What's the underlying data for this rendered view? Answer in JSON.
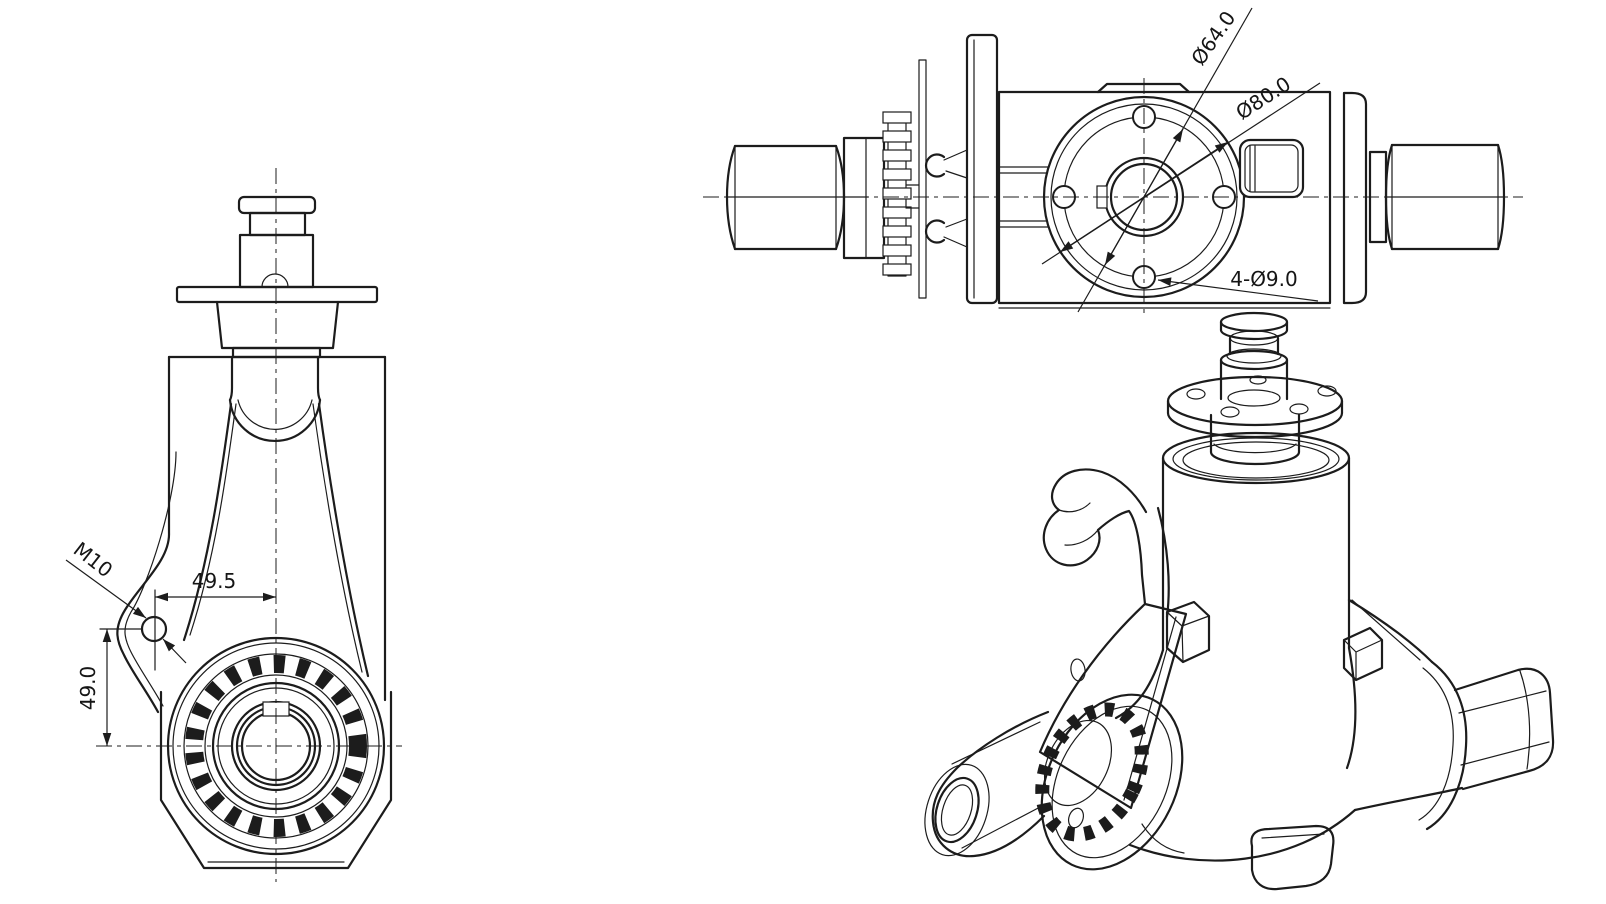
{
  "front_view": {
    "dim_thread": "M10",
    "dim_width": "49.5",
    "dim_height": "49.0"
  },
  "top_view": {
    "dim_bolt_circle": "Ø64.0",
    "dim_outer_diameter": "Ø80.0",
    "dim_bolt_holes": "4-Ø9.0"
  },
  "colors": {
    "line": "#1c1c1c",
    "background": "#ffffff"
  }
}
